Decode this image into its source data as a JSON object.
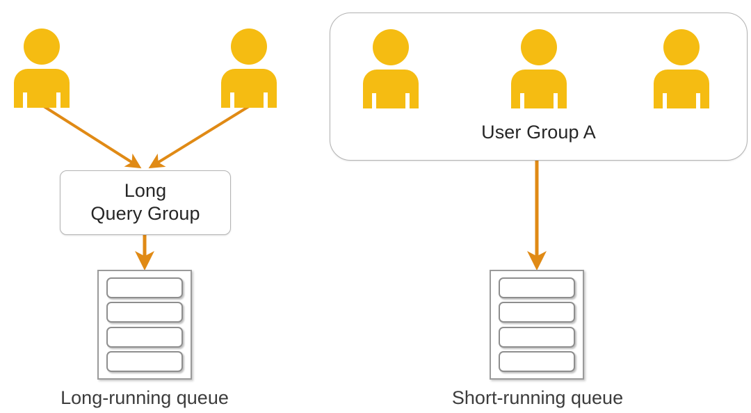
{
  "diagram": {
    "type": "architecture-diagram",
    "title": "",
    "colors": {
      "person_fill": "#F5BC12",
      "arrow": "#E08A15",
      "box_border": "#b3b3b3",
      "queue_border": "#9a9a9a",
      "text": "#262626",
      "background": "#ffffff"
    },
    "left_cluster": {
      "users": [
        {
          "name": "user-icon-1"
        },
        {
          "name": "user-icon-2"
        }
      ],
      "group_box": {
        "label": "Long\nQuery Group"
      },
      "queue": {
        "slots": 4,
        "caption": "Long-running queue"
      },
      "arrows": [
        {
          "from": "user-icon-1",
          "to": "long-query-group-box"
        },
        {
          "from": "user-icon-2",
          "to": "long-query-group-box"
        },
        {
          "from": "long-query-group-box",
          "to": "long-running-queue"
        }
      ]
    },
    "right_cluster": {
      "group_box": {
        "label": "User Group A",
        "users": [
          {
            "name": "user-icon-3"
          },
          {
            "name": "user-icon-4"
          },
          {
            "name": "user-icon-5"
          }
        ]
      },
      "queue": {
        "slots": 4,
        "caption": "Short-running queue"
      },
      "arrows": [
        {
          "from": "user-group-a-box",
          "to": "short-running-queue"
        }
      ]
    }
  }
}
